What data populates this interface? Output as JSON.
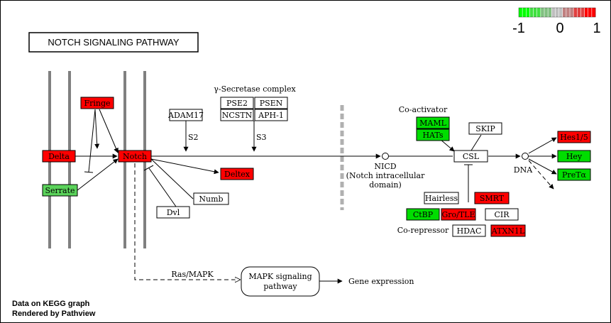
{
  "title": "NOTCH SIGNALING PATHWAY",
  "colors": {
    "up": "#ff0000",
    "down": "#00dd00",
    "neutral": "#ffffff",
    "line": "#000000",
    "membrane": "#808080"
  },
  "legend": {
    "gradient": [
      "#00ff00",
      "#40e040",
      "#80c080",
      "#bebebe",
      "#c08080",
      "#e04040",
      "#ff0000"
    ],
    "ticks": [
      "-1",
      "0",
      "1"
    ]
  },
  "genes": [
    {
      "id": "delta",
      "label": "Delta",
      "color": "#ff0000"
    },
    {
      "id": "serrate",
      "label": "Serrate",
      "color": "#5ad25a"
    },
    {
      "id": "fringe",
      "label": "Fringe",
      "color": "#ff0000"
    },
    {
      "id": "notch",
      "label": "Notch",
      "color": "#ff0000"
    },
    {
      "id": "adam17",
      "label": "ADAM17",
      "color": "#ffffff"
    },
    {
      "id": "pse2",
      "label": "PSE2",
      "color": "#ffffff"
    },
    {
      "id": "psen",
      "label": "PSEN",
      "color": "#ffffff"
    },
    {
      "id": "ncstn",
      "label": "NCSTN",
      "color": "#ffffff"
    },
    {
      "id": "aph1",
      "label": "APH-1",
      "color": "#ffffff"
    },
    {
      "id": "deltex",
      "label": "Deltex",
      "color": "#ff0000"
    },
    {
      "id": "numb",
      "label": "Numb",
      "color": "#ffffff"
    },
    {
      "id": "dvl",
      "label": "Dvl",
      "color": "#ffffff"
    },
    {
      "id": "maml",
      "label": "MAML",
      "color": "#00dd00"
    },
    {
      "id": "hats",
      "label": "HATs",
      "color": "#00dd00"
    },
    {
      "id": "skip",
      "label": "SKIP",
      "color": "#ffffff"
    },
    {
      "id": "csl",
      "label": "CSL",
      "color": "#ffffff"
    },
    {
      "id": "hairless",
      "label": "Hairless",
      "color": "#ffffff"
    },
    {
      "id": "smrt",
      "label": "SMRT",
      "color": "#ff0000"
    },
    {
      "id": "ctbp",
      "label": "CtBP",
      "color": "#00dd00"
    },
    {
      "id": "grotle",
      "label": "Gro/TLE",
      "color": "#ff0000"
    },
    {
      "id": "cir",
      "label": "CIR",
      "color": "#ffffff"
    },
    {
      "id": "hdac",
      "label": "HDAC",
      "color": "#ffffff"
    },
    {
      "id": "atxn1l",
      "label": "ATXN1L",
      "color": "#ff0000"
    },
    {
      "id": "hes15",
      "label": "Hes1/5",
      "color": "#ff0000"
    },
    {
      "id": "hey",
      "label": "Hey",
      "color": "#00dd00"
    },
    {
      "id": "pretalpha",
      "label": "PreTα",
      "color": "#00dd00"
    }
  ],
  "labels": {
    "gamma_secretase": "γ-Secretase complex",
    "s2": "S2",
    "s3": "S3",
    "nicd": "NICD",
    "nicd_full_1": "(Notch intracellular",
    "nicd_full_2": "domain)",
    "coactivator": "Co-activator",
    "corepressor": "Co-repressor",
    "dna": "DNA",
    "ras_mapk": "Ras/MAPK",
    "mapk_pathway_1": "MAPK signaling",
    "mapk_pathway_2": "pathway",
    "gene_expression": "Gene expression"
  },
  "footer": {
    "line1": "Data on KEGG graph",
    "line2": "Rendered by Pathview"
  }
}
